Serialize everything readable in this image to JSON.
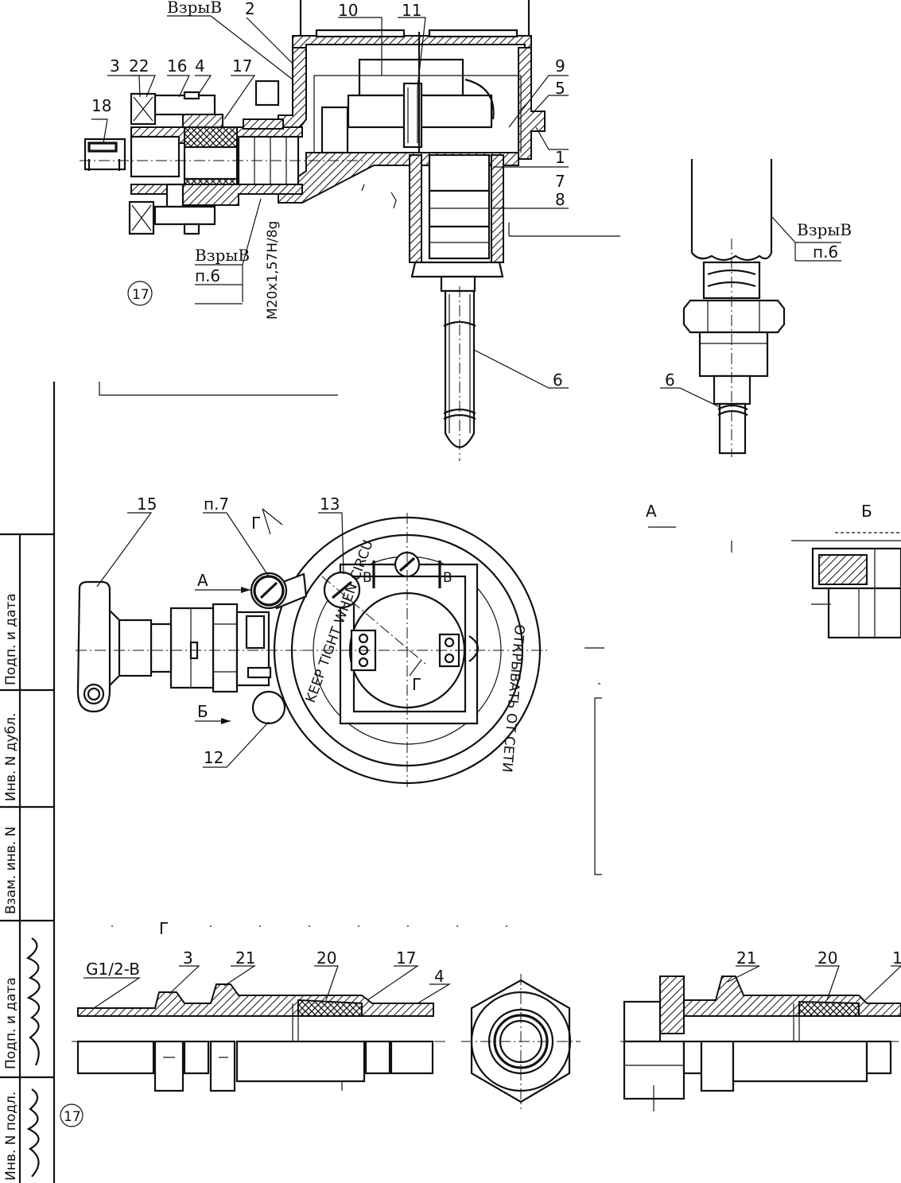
{
  "callouts": {
    "vzryv_1": "ВзрыВ",
    "c2": "2",
    "c10": "10",
    "c11": "11",
    "c9": "9",
    "c5": "5",
    "c1": "1",
    "c7": "7",
    "c8": "8",
    "c3": "3",
    "c22": "22",
    "c16": "16",
    "c4": "4",
    "c17": "17",
    "c18": "18",
    "vzryv_2": "ВзрыВ",
    "p6_1": "п.6",
    "thread": "M20x1,57H/8g",
    "c6": "6",
    "vzryv_3": "ВзрыВ",
    "p6_2": "п.6",
    "c6b": "6",
    "circle17": "17"
  },
  "plan_view": {
    "c15": "15",
    "p7": "п.7",
    "gamma_cut": "Г",
    "c13": "13",
    "arrow_a": "А",
    "arrow_b": "Б",
    "c12": "12",
    "v1": "В",
    "v2": "В",
    "gamma_center": "Г",
    "ring_text_en": "KEEP TIGHT WHEN CIRCU",
    "ring_text_ru": "ОТКРЫВАТЬ ОТ СЕТИ",
    "view_a": "А",
    "view_b": "Б"
  },
  "gland_view": {
    "title": "Г",
    "g12": "G1/2-B",
    "c3": "3",
    "c21": "21",
    "c20": "20",
    "c17": "17",
    "c4": "4",
    "c21b": "21",
    "c20b": "20",
    "c1b": "1"
  },
  "title_block": {
    "podp_data_1": "Подп. и дата",
    "inv_dubl": "Инв. N дубл.",
    "vzam_inv": "Взам. инв. N",
    "podp_data_2": "Подп. и дата",
    "inv_podl": "Инв. N подл.",
    "circle17": "17"
  }
}
